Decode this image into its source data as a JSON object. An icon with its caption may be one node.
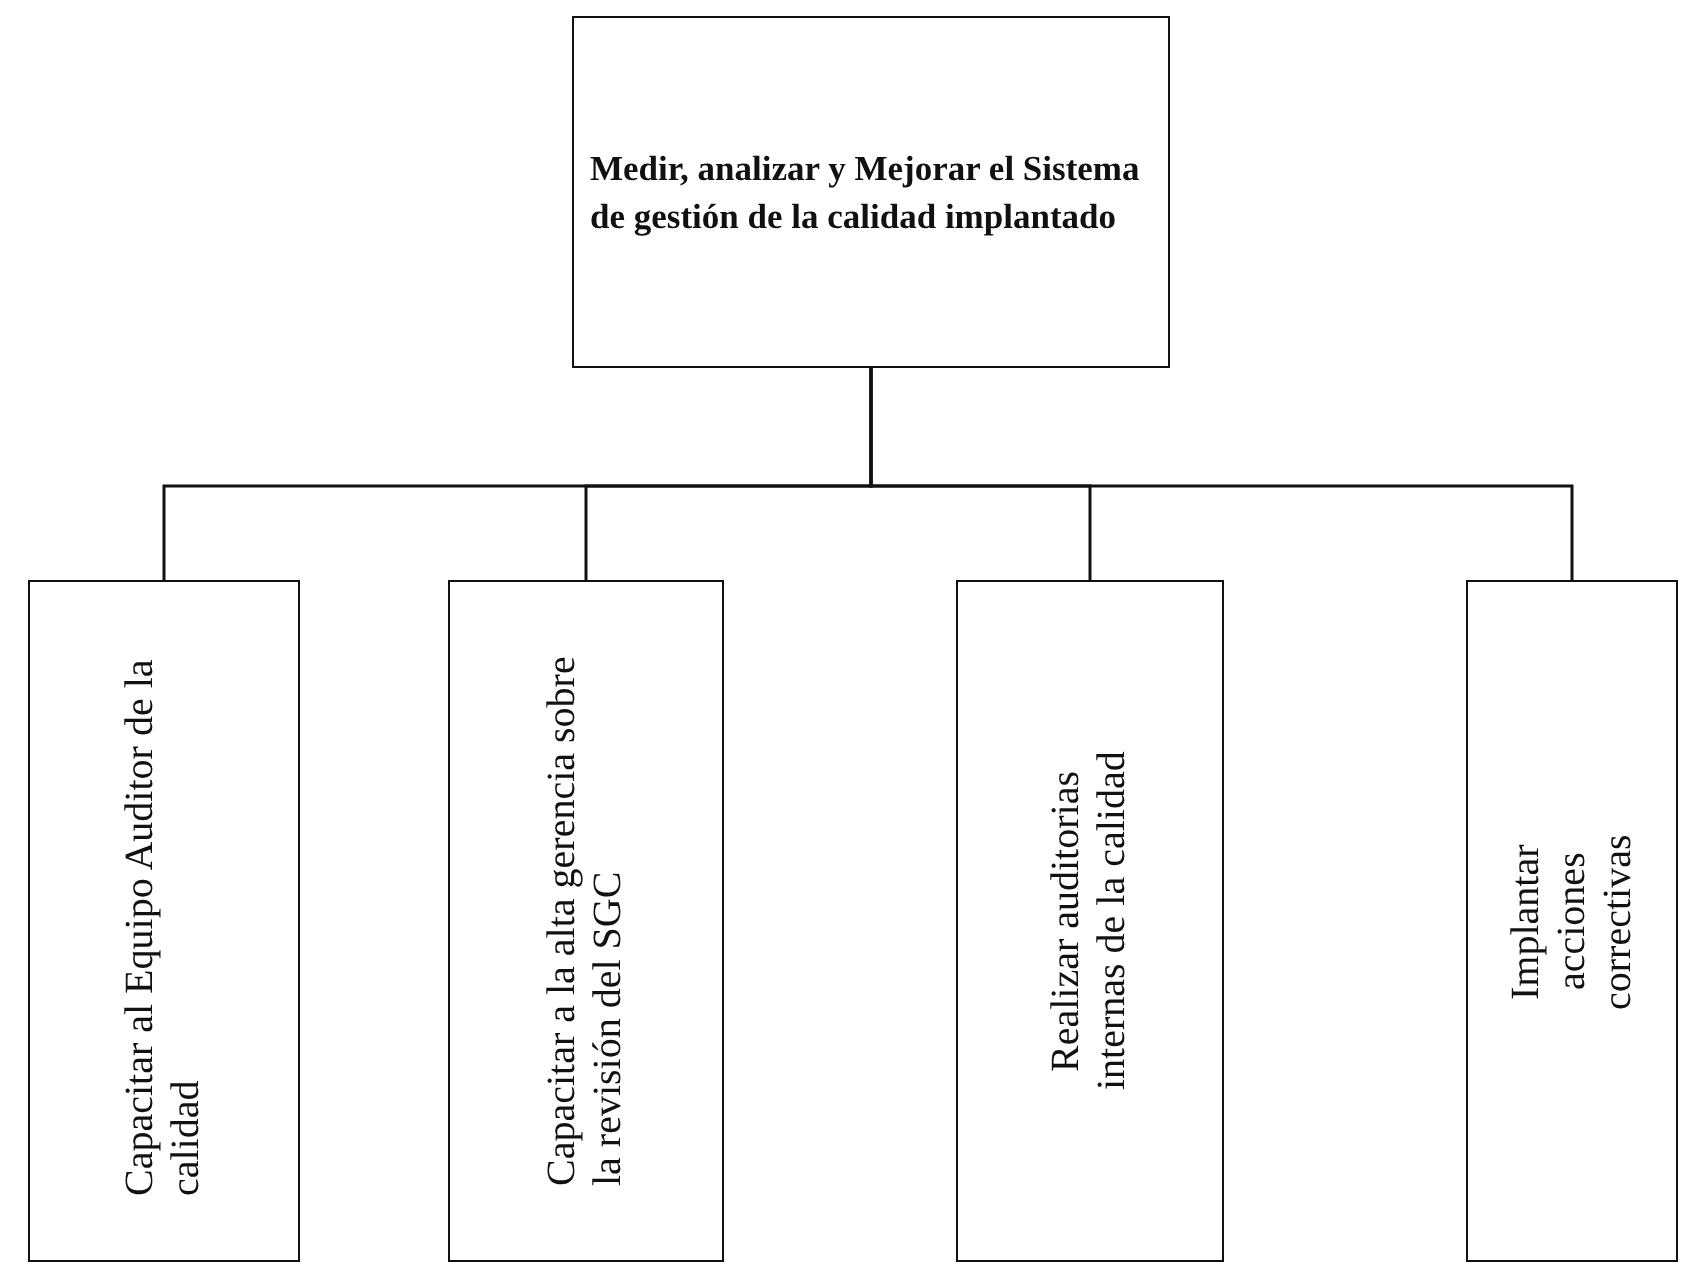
{
  "diagram": {
    "nodes": [
      {
        "text": [
          "Medir, analizar y Mejorar el Sistema de gestión de la calidad implantado"
        ]
      },
      {
        "text": [
          "Capacitar al Equipo Auditor de la calidad"
        ]
      },
      {
        "text": [
          "Capacitar a la alta gerencia sobre la revisión del SGC"
        ]
      },
      {
        "text": [
          "Realizar auditorias internas de la calidad"
        ]
      },
      {
        "text": [
          "Implantar acciones correctivas"
        ]
      }
    ],
    "edges": [
      {
        "from": 0,
        "to": 1,
        "arrow": "none"
      },
      {
        "from": 0,
        "to": 2,
        "arrow": "none"
      },
      {
        "from": 0,
        "to": 3,
        "arrow": "none"
      },
      {
        "from": 0,
        "to": 4,
        "arrow": "none"
      }
    ]
  }
}
